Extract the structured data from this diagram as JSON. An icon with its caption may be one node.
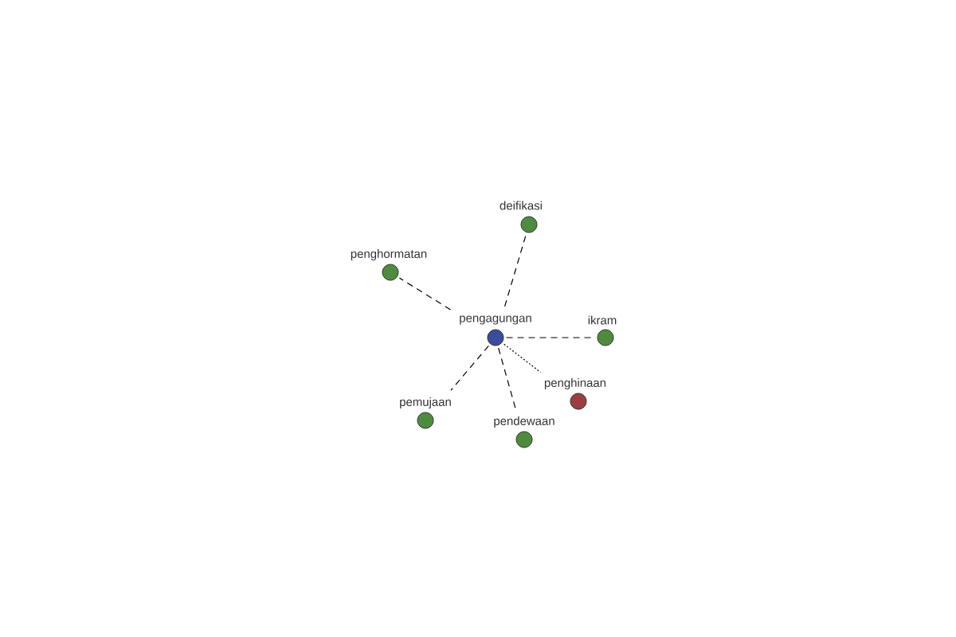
{
  "diagram": {
    "nodes": [
      {
        "text": [
          "deifikasi"
        ]
      },
      {
        "text": [
          "penghormatan"
        ]
      },
      {
        "text": [
          "pengagungan"
        ]
      },
      {
        "text": [
          "ikram"
        ]
      },
      {
        "text": [
          "penghinaan"
        ]
      },
      {
        "text": [
          "pemujaan"
        ]
      },
      {
        "text": [
          "pendewaan"
        ]
      }
    ],
    "edges": [
      {
        "from": 2,
        "to": 0,
        "arrow": "none",
        "style": "dashed"
      },
      {
        "from": 2,
        "to": 1,
        "arrow": "none",
        "style": "dashed"
      },
      {
        "from": 2,
        "to": 3,
        "arrow": "none",
        "style": "dashed"
      },
      {
        "from": 2,
        "to": 4,
        "arrow": "none",
        "style": "dashed"
      },
      {
        "from": 2,
        "to": 5,
        "arrow": "none",
        "style": "dashed"
      },
      {
        "from": 2,
        "to": 6,
        "arrow": "none",
        "style": "dashed"
      }
    ]
  }
}
